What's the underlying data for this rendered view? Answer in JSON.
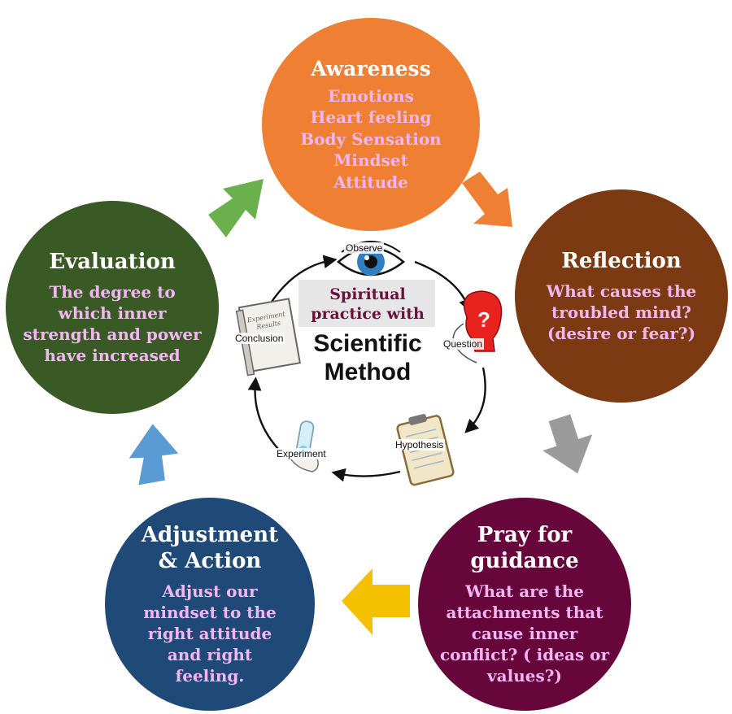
{
  "nodes": {
    "awareness": {
      "title": "Awareness",
      "body": "Emotions\nHeart feeling\nBody Sensation\nMindset\nAttitude",
      "color": "#ee7f33"
    },
    "reflection": {
      "title": "Reflection",
      "body": "What causes the\ntroubled mind?\n(desire or fear?)",
      "color": "#7b3a12"
    },
    "pray": {
      "title": "Pray for\nguidance",
      "body": "What are the\nattachments that\ncause inner\nconflict? ( ideas or\nvalues?)",
      "color": "#67063b"
    },
    "adjust": {
      "title": "Adjustment\n& Action",
      "body": "Adjust our\nmindset to the\nright attitude\nand right\nfeeling.",
      "color": "#1f4a78"
    },
    "evaluation": {
      "title": "Evaluation",
      "body": "The degree to\nwhich inner\nstrength and power\nhave increased",
      "color": "#3a5a25"
    }
  },
  "arrows": {
    "awareness_to_reflection": "#ee7f33",
    "reflection_to_pray": "#9b9b9b",
    "pray_to_adjust": "#f5c000",
    "adjust_to_evaluation": "#5b9bd5",
    "evaluation_to_awareness": "#6ab04c"
  },
  "center": {
    "subtitle": "Spiritual\npractice with",
    "title": "Scientific\nMethod",
    "steps": {
      "observe": "Observe",
      "question": "Question",
      "hypothesis": "Hypothesis",
      "experiment": "Experiment",
      "conclusion": "Conclusion"
    },
    "book_text": "Experiment\nResults"
  }
}
